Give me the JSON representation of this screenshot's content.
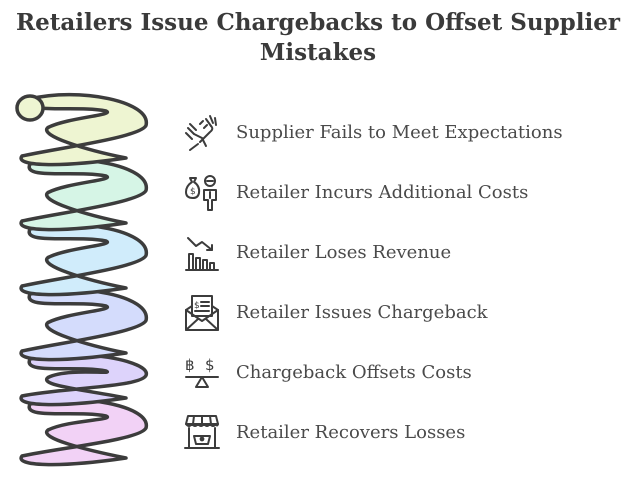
{
  "title": {
    "line1": "Retailers Issue Chargebacks to Offset Supplier",
    "line2": "Mistakes"
  },
  "colors": {
    "outline": "#3c3c3c",
    "text": "#4a4a4a",
    "title": "#3a3a3a",
    "coil_fills": [
      "#eef5d2",
      "#d6f5e6",
      "#d0ecfb",
      "#d4dcfc",
      "#ddd3fb",
      "#f2d2f6"
    ]
  },
  "steps": [
    {
      "label": "Supplier Fails to Meet Expectations",
      "icon": "broken-fork-icon"
    },
    {
      "label": "Retailer Incurs Additional Costs",
      "icon": "money-bag-person-icon"
    },
    {
      "label": "Retailer Loses Revenue",
      "icon": "declining-chart-icon"
    },
    {
      "label": "Retailer Issues Chargeback",
      "icon": "envelope-invoice-icon"
    },
    {
      "label": "Chargeback Offsets Costs",
      "icon": "currency-balance-icon"
    },
    {
      "label": "Retailer Recovers Losses",
      "icon": "storefront-icon"
    }
  ]
}
